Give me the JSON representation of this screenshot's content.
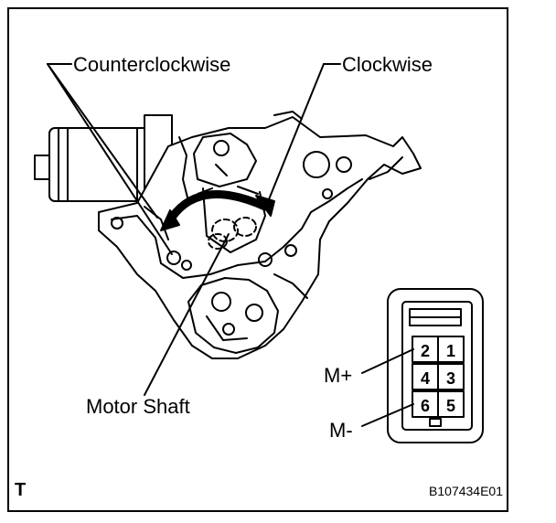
{
  "labels": {
    "counterclockwise": "Counterclockwise",
    "clockwise": "Clockwise",
    "motor_shaft": "Motor Shaft",
    "m_plus": "M+",
    "m_minus": "M-"
  },
  "connector": {
    "pins": [
      "2",
      "1",
      "4",
      "3",
      "6",
      "5"
    ]
  },
  "corner_mark": "T",
  "figure_code": "B107434E01",
  "colors": {
    "ink": "#000000",
    "paper": "#ffffff"
  }
}
